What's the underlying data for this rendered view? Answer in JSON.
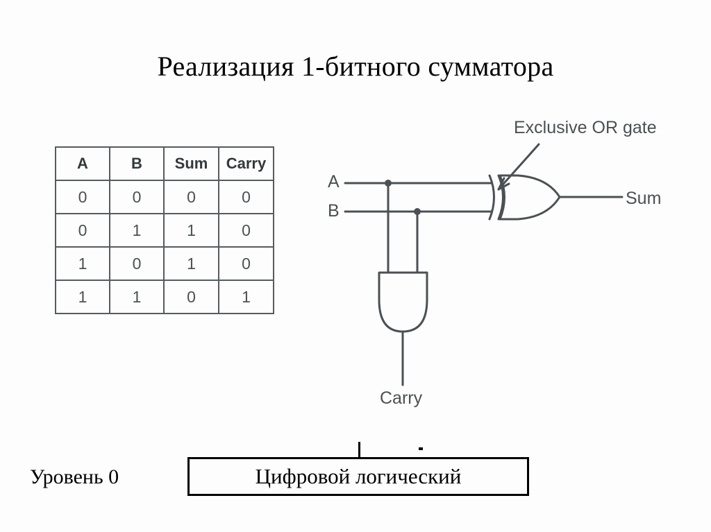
{
  "slide": {
    "title": "Реализация 1-битного сумматора",
    "background_color": "#fdfdfd",
    "ink_color": "#4a5053",
    "text_color": "#000000"
  },
  "truth_table": {
    "name": "1-bit adder truth table",
    "headers": [
      "A",
      "B",
      "Sum",
      "Carry"
    ],
    "rows": [
      [
        "0",
        "0",
        "0",
        "0"
      ],
      [
        "0",
        "1",
        "1",
        "0"
      ],
      [
        "1",
        "0",
        "1",
        "0"
      ],
      [
        "1",
        "1",
        "0",
        "1"
      ]
    ]
  },
  "circuit": {
    "input_a_label": "A",
    "input_b_label": "B",
    "output_sum_label": "Sum",
    "output_carry_label": "Carry",
    "annotation_label": "Exclusive OR gate",
    "gates": [
      {
        "type": "xor",
        "output": "Sum"
      },
      {
        "type": "and",
        "output": "Carry"
      }
    ]
  },
  "bottom": {
    "level_label": "Уровень 0",
    "box_label": "Цифровой логический"
  }
}
